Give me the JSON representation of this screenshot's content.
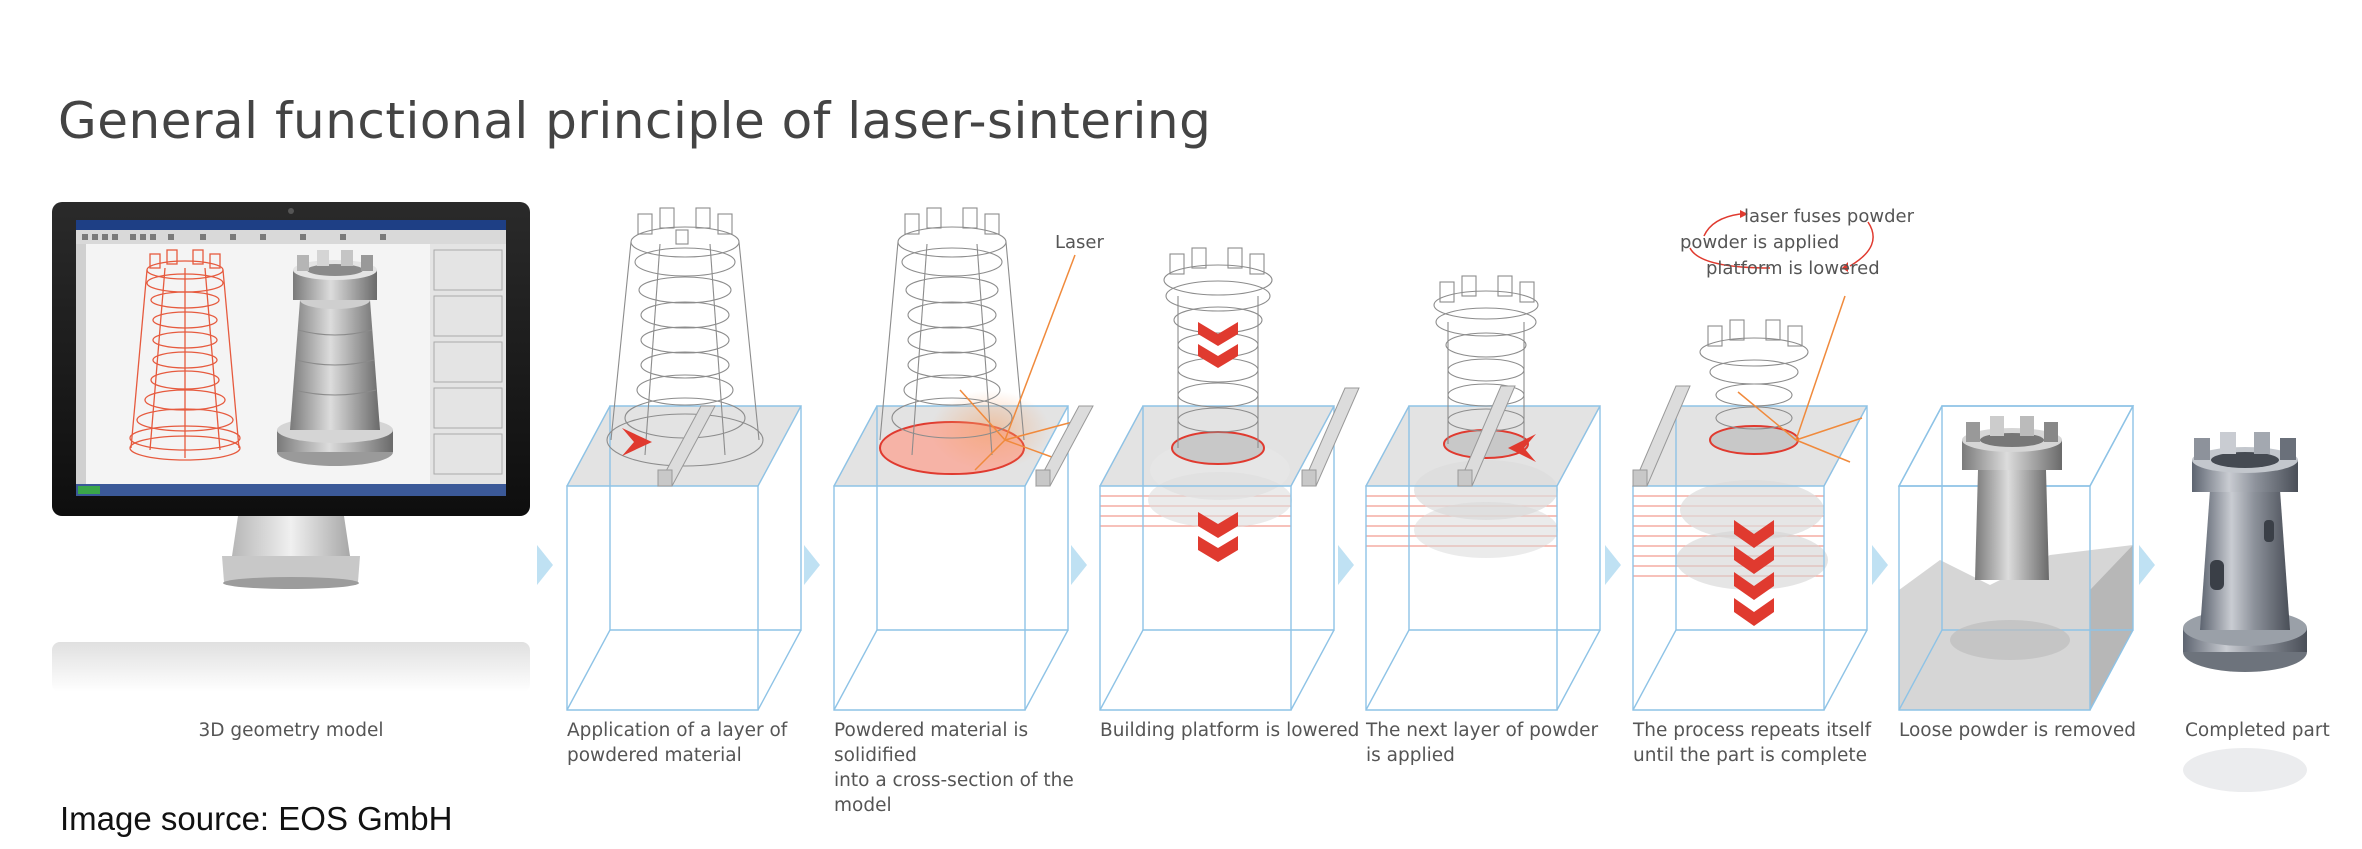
{
  "title": "General functional principle of laser-sintering",
  "source": "Image source: EOS GmbH",
  "steps": [
    {
      "lines": [
        "3D geometry model"
      ]
    },
    {
      "lines": [
        "Application of a layer of",
        "powdered material"
      ]
    },
    {
      "lines": [
        "Powdered material is solidified",
        "into a cross-section of the model"
      ]
    },
    {
      "lines": [
        "Building platform is lowered"
      ]
    },
    {
      "lines": [
        "The next layer of powder",
        "is applied"
      ]
    },
    {
      "lines": [
        "The process repeats itself",
        "until the part is complete"
      ]
    },
    {
      "lines": [
        "Loose powder is removed"
      ]
    },
    {
      "lines": [
        "Completed part"
      ]
    }
  ],
  "annotations": {
    "laser": "Laser",
    "cycle": [
      "laser fuses powder",
      "powder is applied",
      "platform is lowered"
    ]
  },
  "colors": {
    "accent_red": "#e03a2f",
    "box_blue": "#8ec3e6",
    "arrow_blue": "#bfe1f3",
    "wire": "#8c8c8c"
  }
}
